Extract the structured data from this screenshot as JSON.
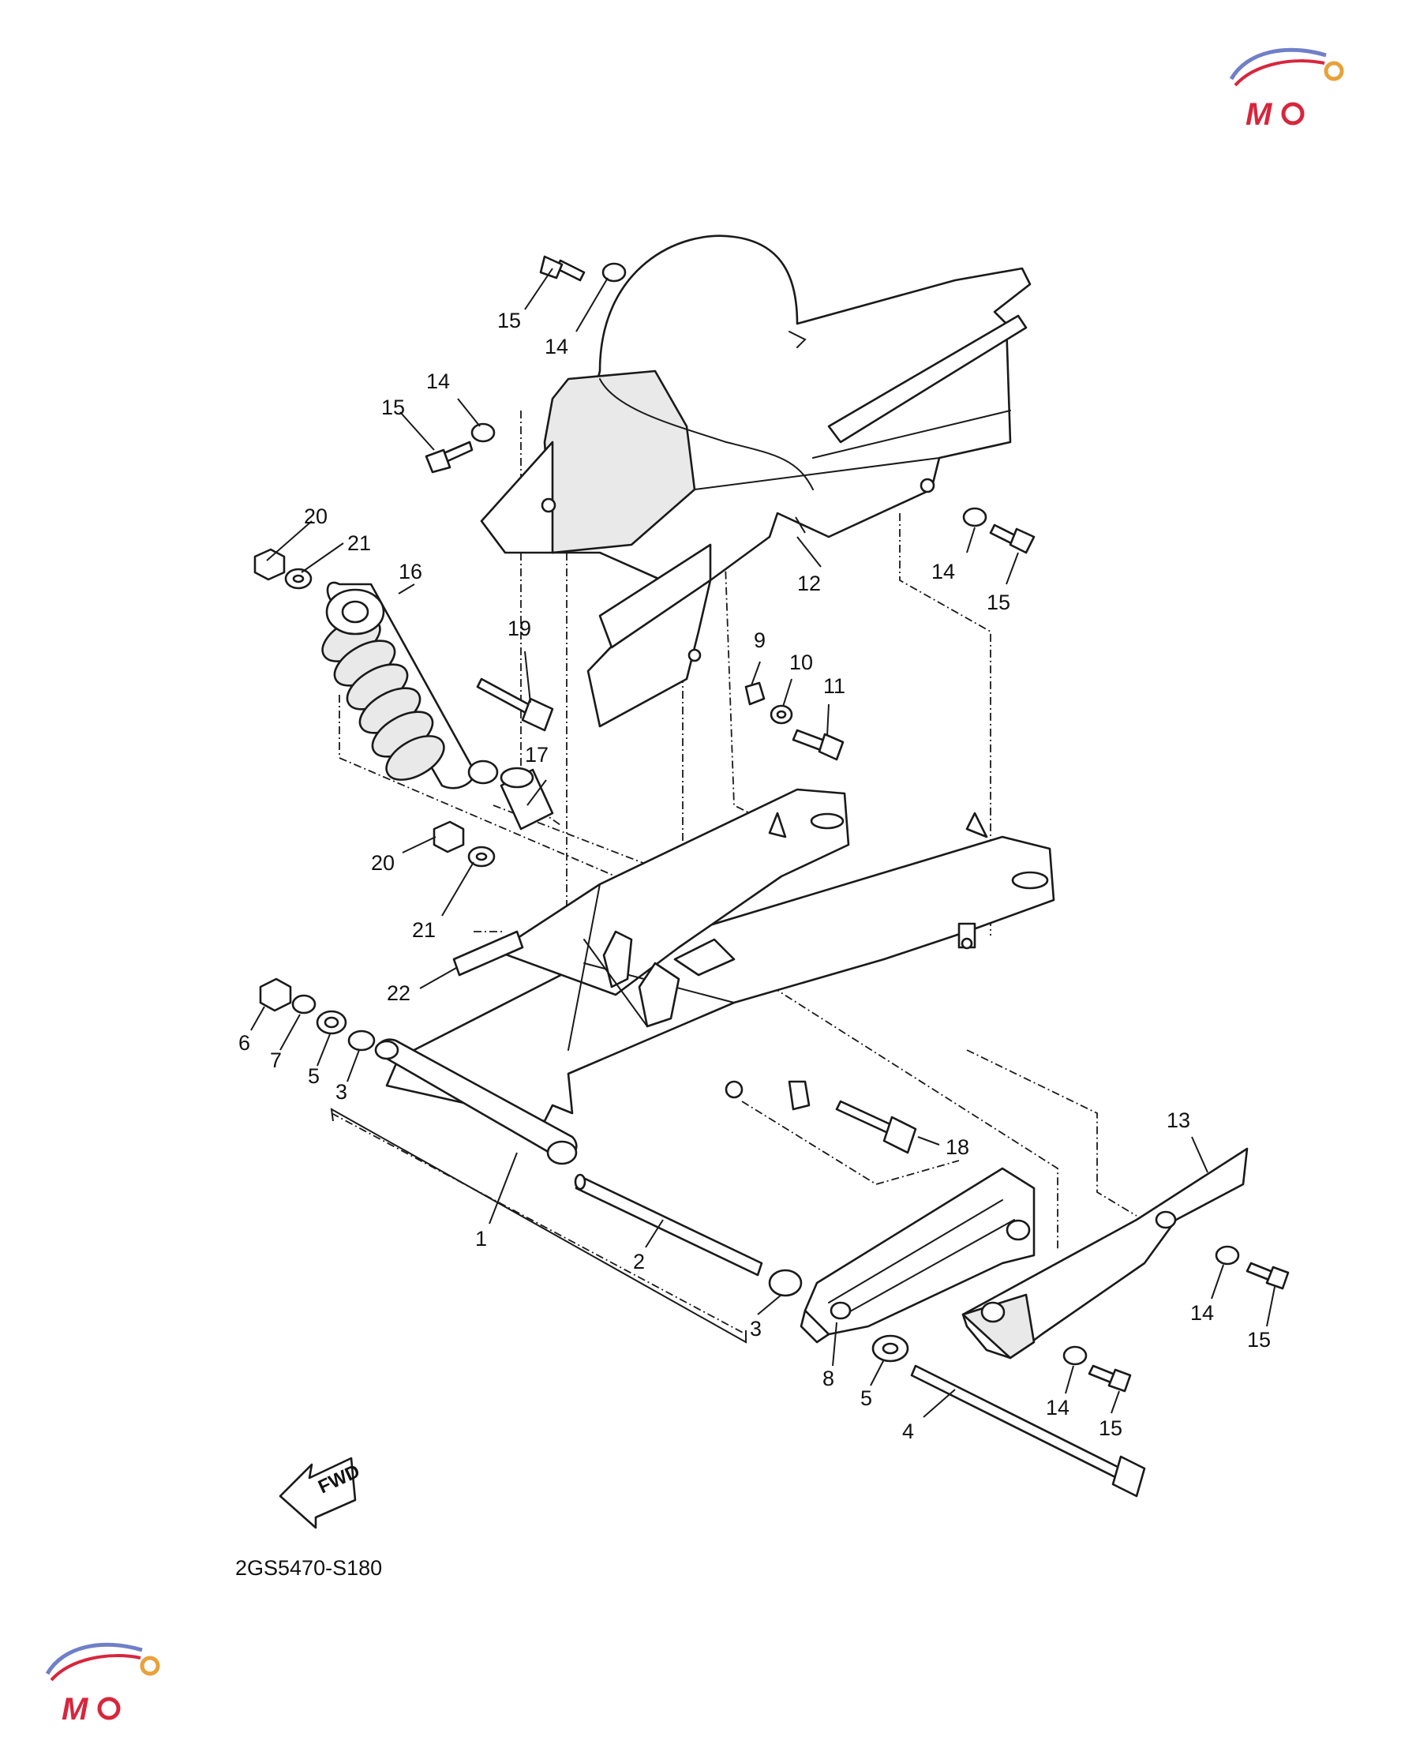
{
  "figure_code": "2GS5470-S180",
  "fwd_label": "FWD",
  "colors": {
    "line": "#1a1a1a",
    "logo_red": "#d7263d",
    "logo_blue": "#6f7fc8"
  },
  "callouts": [
    {
      "id": "c1",
      "text": "1"
    },
    {
      "id": "c2",
      "text": "2"
    },
    {
      "id": "c3a",
      "text": "3"
    },
    {
      "id": "c3b",
      "text": "3"
    },
    {
      "id": "c4",
      "text": "4"
    },
    {
      "id": "c5a",
      "text": "5"
    },
    {
      "id": "c5b",
      "text": "5"
    },
    {
      "id": "c6",
      "text": "6"
    },
    {
      "id": "c7",
      "text": "7"
    },
    {
      "id": "c8",
      "text": "8"
    },
    {
      "id": "c9",
      "text": "9"
    },
    {
      "id": "c10",
      "text": "10"
    },
    {
      "id": "c11",
      "text": "11"
    },
    {
      "id": "c12",
      "text": "12"
    },
    {
      "id": "c13",
      "text": "13"
    },
    {
      "id": "c14a",
      "text": "14"
    },
    {
      "id": "c14b",
      "text": "14"
    },
    {
      "id": "c14c",
      "text": "14"
    },
    {
      "id": "c14d",
      "text": "14"
    },
    {
      "id": "c14e",
      "text": "14"
    },
    {
      "id": "c15a",
      "text": "15"
    },
    {
      "id": "c15b",
      "text": "15"
    },
    {
      "id": "c15c",
      "text": "15"
    },
    {
      "id": "c15d",
      "text": "15"
    },
    {
      "id": "c15e",
      "text": "15"
    },
    {
      "id": "c16",
      "text": "16"
    },
    {
      "id": "c17",
      "text": "17"
    },
    {
      "id": "c18",
      "text": "18"
    },
    {
      "id": "c19",
      "text": "19"
    },
    {
      "id": "c20a",
      "text": "20"
    },
    {
      "id": "c20b",
      "text": "20"
    },
    {
      "id": "c21a",
      "text": "21"
    },
    {
      "id": "c21b",
      "text": "21"
    },
    {
      "id": "c22",
      "text": "22"
    }
  ]
}
